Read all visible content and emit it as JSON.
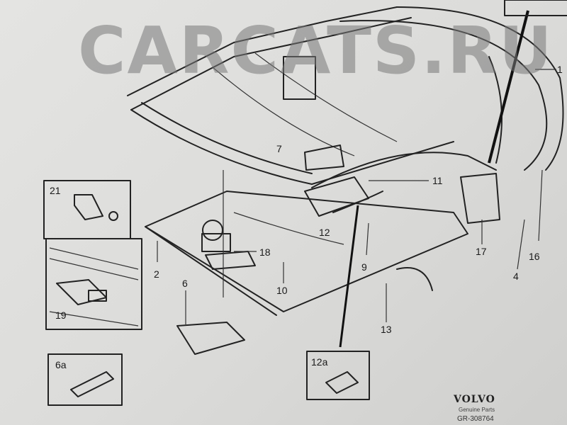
{
  "watermark": "CARCATS.RU",
  "callouts": {
    "c1": "1",
    "c7": "7",
    "c11": "11",
    "c12": "12",
    "c9": "9",
    "c17": "17",
    "c4": "4",
    "c16": "16",
    "c2": "2",
    "c18": "18",
    "c10": "10",
    "c6": "6",
    "c13": "13",
    "c21": "21",
    "c19": "19",
    "c6a": "6a",
    "c12a": "12a"
  },
  "footer": {
    "brand": "VOLVO",
    "subtitle": "Genuine Parts",
    "code": "GR-308764"
  }
}
